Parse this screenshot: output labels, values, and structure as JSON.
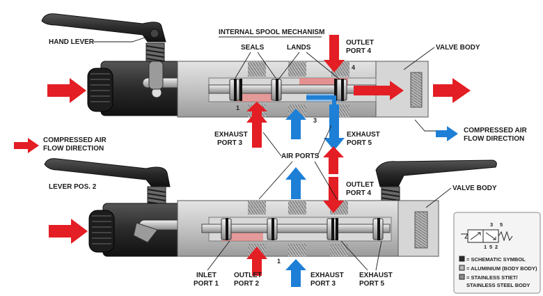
{
  "labels": {
    "hand_lever": "HAND LEVER",
    "internal_spool_mechanism": "INTERNAL SPOOL MECHANISM",
    "seals": "SEALS",
    "lands": "LANDS",
    "outlet_port_4_top": [
      "OUTLET",
      "PORT 4"
    ],
    "valve_body_top": "VALVE BODY",
    "compressed_air_left": [
      "COMPRESSED AIR",
      "FLOW DIRECTION"
    ],
    "exhaust_port_3_top": [
      "EXHAUST",
      "PORT 3"
    ],
    "exhaust_port_5_top": [
      "EXHAUST",
      "PORT 5"
    ],
    "compressed_air_right": [
      "COMPRESSED AIR",
      "FLOW DIRECTION"
    ],
    "air_ports": "AIR PORTS",
    "lever_pos_2": "LEVER POS. 2",
    "outlet_port_4_bottom": [
      "OUTLET",
      "PORT 4"
    ],
    "valve_body_bottom": "VALVE BODY",
    "inlet_port_1": [
      "INLET",
      "PORT 1"
    ],
    "outlet_port_2": [
      "OUTLET",
      "PORT 2"
    ],
    "exhaust_port_3_bottom": [
      "EXHAUST",
      "PORT 3"
    ],
    "exhaust_port_5_bottom": [
      "EXHAUST",
      "PORT 5"
    ]
  },
  "port_numbers": {
    "top_1": "1",
    "top_3": "3",
    "top_4": "4",
    "bottom_1": "1"
  },
  "legend": {
    "schematic_numbers": [
      "3",
      "5",
      "1",
      "5",
      "2"
    ],
    "items": [
      {
        "text": [
          "= SCHEMATIC SYMBOL"
        ],
        "swatch": "#2b2b2b"
      },
      {
        "text": [
          "= ALUMINIUM (BODY BODY)"
        ],
        "swatch": "#b9b9b9"
      },
      {
        "text": [
          "= STAINLESS STIET/",
          "STAINLESS STEEL BODY"
        ],
        "swatch": "#8e8e8e"
      }
    ]
  },
  "colors": {
    "pressure_red": "#e31e24",
    "exhaust_blue": "#1e7fd6",
    "body_grey": "#c9c9c9",
    "dark_grey": "#3a3a3a"
  }
}
